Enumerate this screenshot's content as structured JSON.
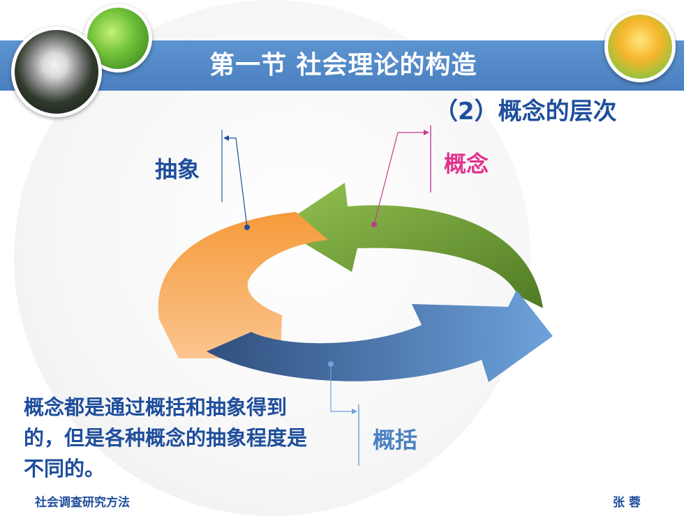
{
  "title": "第一节 社会理论的构造",
  "subtitle": "（2）概念的层次",
  "diagram": {
    "label_abstract": "抽象",
    "label_concept": "概念",
    "label_generalize": "概括"
  },
  "description": "概念都是通过概括和抽象得到的，但是各种概念的抽象程度是不同的。",
  "footer": {
    "left": "社会调查研究方法",
    "right": "张 蓉"
  },
  "colors": {
    "title_bar": "#4a80c0",
    "text_primary": "#1f4e9c",
    "concept_accent": "#e0338d",
    "arrow_orange": "#f7a24a",
    "arrow_green": "#6a9a35",
    "arrow_blue": "#4a80c0"
  }
}
